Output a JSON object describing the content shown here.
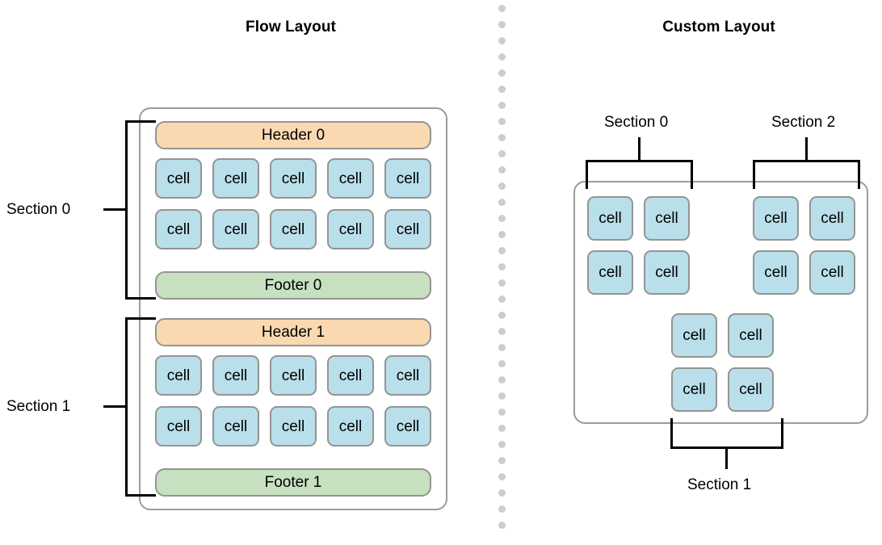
{
  "panels": {
    "flow": {
      "title": "Flow Layout",
      "sections": [
        {
          "bracket_label": "Section 0",
          "header": "Header 0",
          "footer": "Footer 0",
          "rows": [
            [
              "cell",
              "cell",
              "cell",
              "cell",
              "cell"
            ],
            [
              "cell",
              "cell",
              "cell",
              "cell",
              "cell"
            ]
          ]
        },
        {
          "bracket_label": "Section 1",
          "header": "Header 1",
          "footer": "Footer 1",
          "rows": [
            [
              "cell",
              "cell",
              "cell",
              "cell",
              "cell"
            ],
            [
              "cell",
              "cell",
              "cell",
              "cell",
              "cell"
            ]
          ]
        }
      ]
    },
    "custom": {
      "title": "Custom Layout",
      "sections": [
        {
          "bracket_label": "Section 0",
          "rows": [
            [
              "cell",
              "cell"
            ],
            [
              "cell",
              "cell"
            ]
          ]
        },
        {
          "bracket_label": "Section 2",
          "rows": [
            [
              "cell",
              "cell"
            ],
            [
              "cell",
              "cell"
            ]
          ]
        },
        {
          "bracket_label": "Section 1",
          "rows": [
            [
              "cell",
              "cell"
            ],
            [
              "cell",
              "cell"
            ]
          ]
        }
      ]
    }
  },
  "colors": {
    "cell_fill": "#b9dfea",
    "header_fill": "#fad9b1",
    "footer_fill": "#c6e0c0",
    "outline": "#949494",
    "container_outline": "#9b9b9b",
    "divider_dot": "#cdcdcd",
    "bracket": "#000000"
  }
}
